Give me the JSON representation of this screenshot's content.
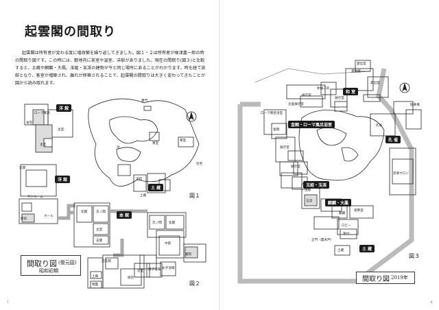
{
  "title": "起雲閣の間取り",
  "intro": "起雲閣は所有者が変わる度に増改築を繰り返してきました。図１・２は所有者が根津嘉一郎の時の間取り図です。この時には、敷地内に茶室や温室、洋館がありました。現在の間取り(図３)と比較すると、土蔵や麒麟・大鳳、玉姫・玉渓の建物が今と同じ場所にあることがわかります。時を経て旅館となり、客室が増築され、離れが移築されることで、起雲閣の間取りは大きく変わってきたことが図から読み取れます。",
  "left": {
    "fig1_label": "図１",
    "fig2_label": "図２",
    "map_title": "間取り図",
    "map_title_sub": "(復元図)",
    "map_subtitle": "昭和初期",
    "page_number": "7",
    "sections": {
      "yokan1": "洋 館",
      "yokan2": "洋 館",
      "honkan": "本 館",
      "dozo": "土 蔵"
    },
    "rooms": [
      "ローマ風呂",
      "食堂",
      "主室",
      "主室",
      "支関",
      "サンルーム",
      "ホール",
      "厨房",
      "玄関",
      "次ノ間",
      "主室",
      "次ノ間",
      "支関",
      "書院",
      "主室",
      "次ノ間",
      "玄関",
      "温室",
      "中庭",
      "書院",
      "内支関",
      "茶室",
      "土蔵",
      "厨房",
      "浴室",
      "男子浴場",
      "女子浴場",
      "物置"
    ],
    "garden_labels": [
      "裏門",
      "池",
      "茶室",
      "洋館",
      "茶室",
      "土蔵",
      "小門",
      "池",
      "社宅"
    ]
  },
  "right": {
    "fig3_label": "図３",
    "map_title": "間取り図",
    "map_year": "2019年",
    "page_number": "8",
    "sections": {
      "washitsu": "和 室",
      "kinkou": "金剛・ローマ風呂浴室",
      "kujaku": "孔 雀",
      "gyokuki": "玉姫・玉渓",
      "kirin": "麒麟・大鳳",
      "dozo": "土 蔵"
    },
    "rooms": [
      "ローマ風呂浴室",
      "企画展示室",
      "体験工房",
      "展示室",
      "展示室",
      "展示室",
      "金剛",
      "展示室",
      "玉渓",
      "玉姫",
      "麒麟",
      "大鳳",
      "喫茶室",
      "茶室",
      "ロビー",
      "受付",
      "正門（裏木戸）",
      "土蔵",
      "音楽サロン",
      "孔雀",
      "駐車場",
      "貸出室",
      "貸出室",
      "貸出室",
      "貸出室"
    ]
  }
}
